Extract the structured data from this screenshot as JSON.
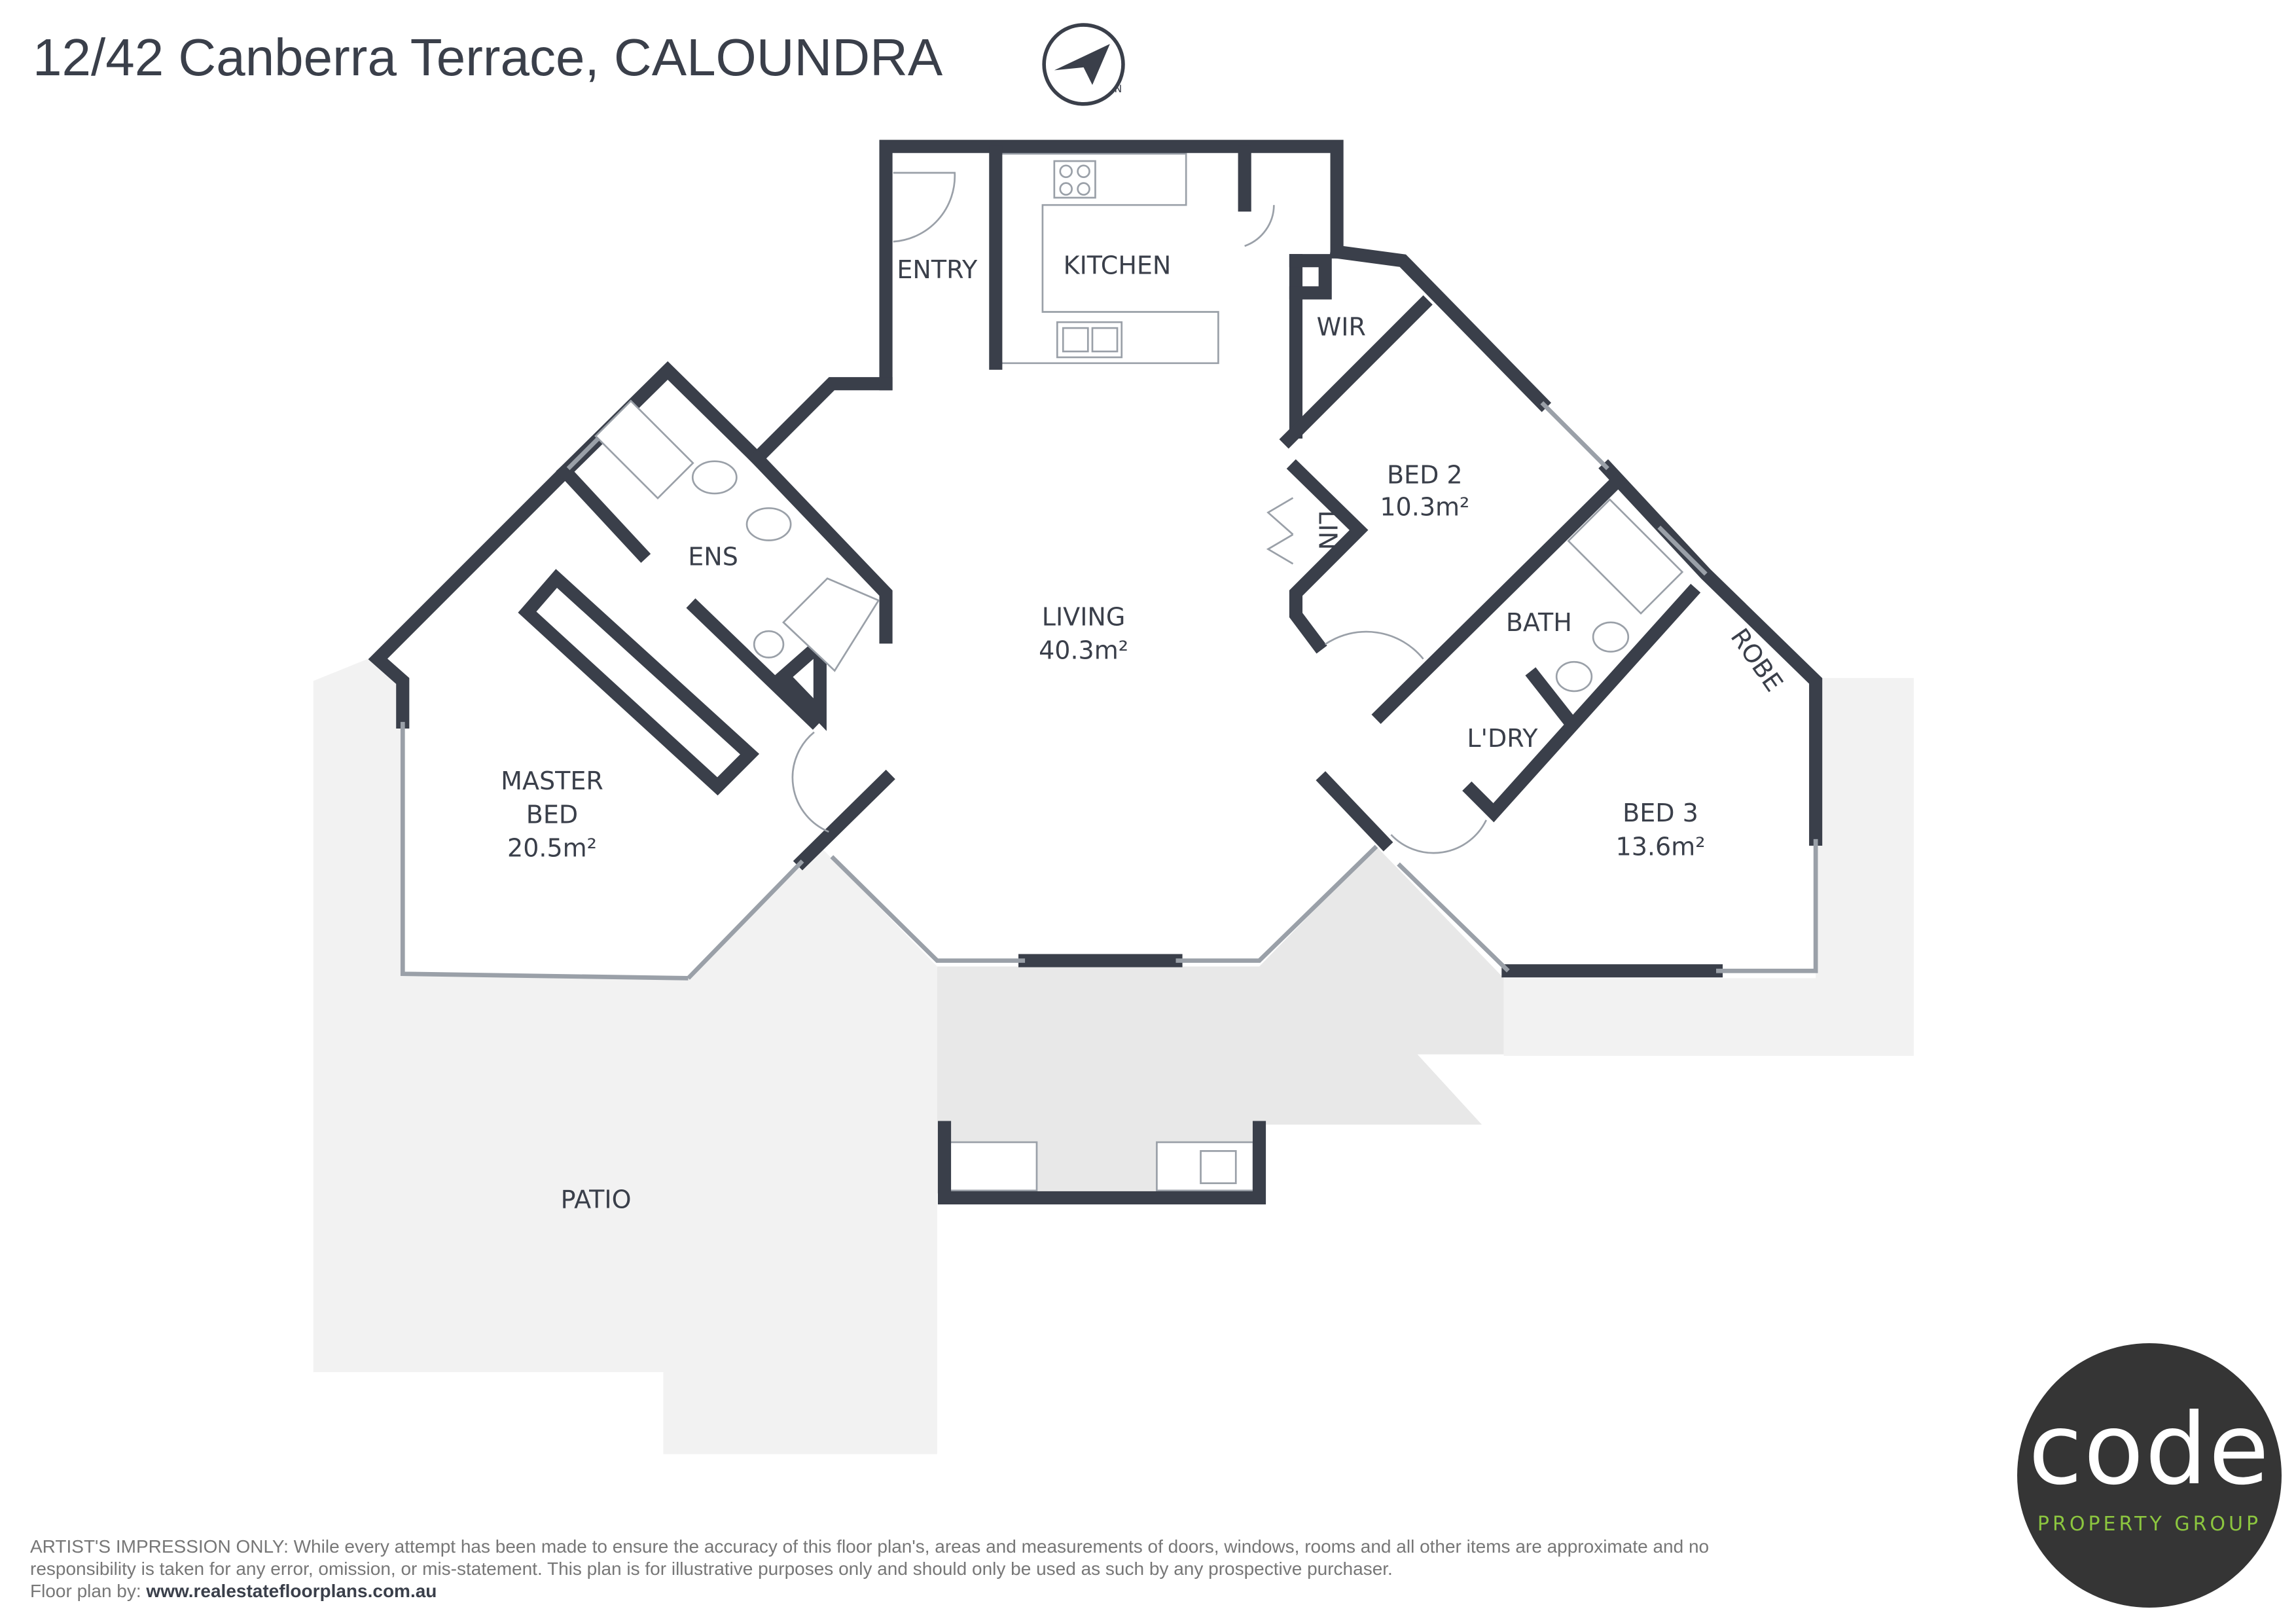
{
  "title": "12/42 Canberra Terrace, CALOUNDRA",
  "compass_icon": "north-arrow-icon",
  "rooms": {
    "entry": "ENTRY",
    "kitchen": "KITCHEN",
    "wir": "WIR",
    "bed2": {
      "name": "BED 2",
      "area": "10.3m²"
    },
    "lin": "LIN",
    "ens": "ENS",
    "living": {
      "name": "LIVING",
      "area": "40.3m²"
    },
    "bath": "BATH",
    "robe": "ROBE",
    "ldry": "L'DRY",
    "master": {
      "name1": "MASTER",
      "name2": "BED",
      "area": "20.5m²"
    },
    "bed3": {
      "name": "BED 3",
      "area": "13.6m²"
    },
    "patio": "PATIO"
  },
  "disclaimer": {
    "line1": "ARTIST'S IMPRESSION ONLY: While every attempt has been made to ensure the accuracy of this floor plan's, areas and measurements of doors, windows, rooms and all other items are approximate and no",
    "line2": "responsibility is taken for any error, omission, or mis-statement. This plan is for illustrative purposes only and should only be used as such by any prospective purchaser.",
    "credit_label": "Floor plan by: ",
    "credit_url": "www.realestatefloorplans.com.au"
  },
  "logo": {
    "word": "code",
    "sub": "PROPERTY GROUP",
    "bg": "#353535",
    "accent": "#8cc63f"
  },
  "colors": {
    "wall": "#3a3f4a",
    "patio": "#f2f2f2",
    "patio_dark": "#e8e8e8"
  }
}
